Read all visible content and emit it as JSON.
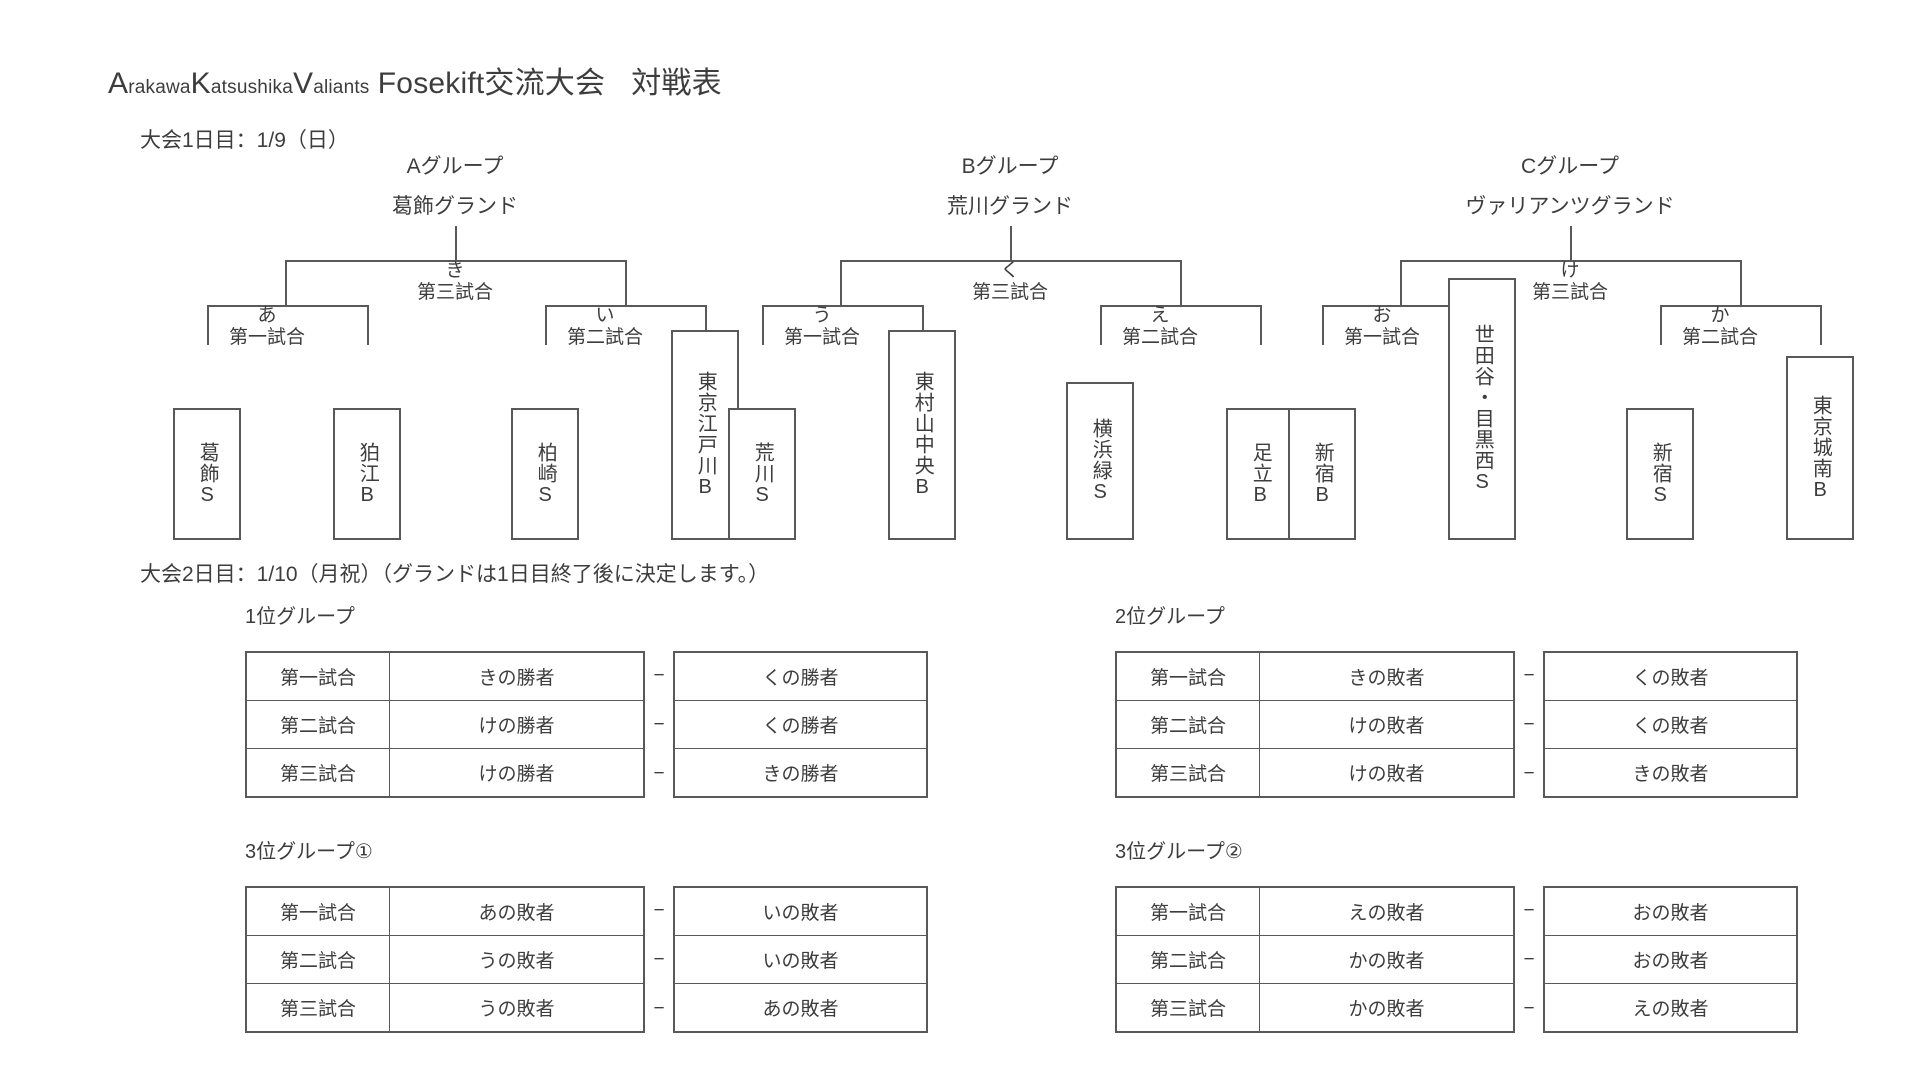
{
  "title": {
    "part_a_cap": "A",
    "part_a_small": "rakawa",
    "part_k_cap": "K",
    "part_k_small": "atsushika",
    "part_v_cap": "V",
    "part_v_small": "aliants",
    "main": "Fosekift交流大会",
    "suffix": "対戦表"
  },
  "day1": {
    "heading": "大会1日目：1/9（日）",
    "groups": [
      {
        "name": "Aグループ",
        "venue": "葛飾グランド",
        "final": {
          "kana": "き",
          "ordinal": "第三試合"
        },
        "semi_left": {
          "kana": "あ",
          "ordinal": "第一試合"
        },
        "semi_right": {
          "kana": "い",
          "ordinal": "第二試合"
        },
        "teams": [
          {
            "name": "葛飾S",
            "chars": [
              "葛",
              "飾",
              "S"
            ]
          },
          {
            "name": "狛江B",
            "chars": [
              "狛",
              "江",
              "B"
            ]
          },
          {
            "name": "柏崎S",
            "chars": [
              "柏",
              "崎",
              "S"
            ]
          },
          {
            "name": "東京江戸川B",
            "chars": [
              "東",
              "京",
              "江",
              "戸",
              "川",
              "B"
            ]
          }
        ]
      },
      {
        "name": "Bグループ",
        "venue": "荒川グランド",
        "final": {
          "kana": "く",
          "ordinal": "第三試合"
        },
        "semi_left": {
          "kana": "う",
          "ordinal": "第一試合"
        },
        "semi_right": {
          "kana": "え",
          "ordinal": "第二試合"
        },
        "teams": [
          {
            "name": "荒川S",
            "chars": [
              "荒",
              "川",
              "S"
            ]
          },
          {
            "name": "東村山中央B",
            "chars": [
              "東",
              "村",
              "山",
              "中",
              "央",
              "B"
            ]
          },
          {
            "name": "横浜緑S",
            "chars": [
              "横",
              "浜",
              "緑",
              "S"
            ]
          },
          {
            "name": "足立B",
            "chars": [
              "足",
              "立",
              "B"
            ]
          }
        ]
      },
      {
        "name": "Cグループ",
        "venue": "ヴァリアンツグランド",
        "final": {
          "kana": "け",
          "ordinal": "第三試合"
        },
        "semi_left": {
          "kana": "お",
          "ordinal": "第一試合"
        },
        "semi_right": {
          "kana": "か",
          "ordinal": "第二試合"
        },
        "teams": [
          {
            "name": "新宿B",
            "chars": [
              "新",
              "宿",
              "B"
            ]
          },
          {
            "name": "世田谷・目黒西S",
            "chars": [
              "世",
              "田",
              "谷",
              "・",
              "目",
              "黒",
              "西",
              "S"
            ]
          },
          {
            "name": "新宿S",
            "chars": [
              "新",
              "宿",
              "S"
            ]
          },
          {
            "name": "東京城南B",
            "chars": [
              "東",
              "京",
              "城",
              "南",
              "B"
            ]
          }
        ]
      }
    ]
  },
  "day2": {
    "heading": "大会2日目：1/10（月祝）（グランドは1日目終了後に決定します。）",
    "dash": "−",
    "tables": [
      {
        "title": "1位グループ",
        "rows": [
          {
            "match": "第一試合",
            "left": "きの勝者",
            "right": "くの勝者"
          },
          {
            "match": "第二試合",
            "left": "けの勝者",
            "right": "くの勝者"
          },
          {
            "match": "第三試合",
            "left": "けの勝者",
            "right": "きの勝者"
          }
        ]
      },
      {
        "title": "2位グループ",
        "rows": [
          {
            "match": "第一試合",
            "left": "きの敗者",
            "right": "くの敗者"
          },
          {
            "match": "第二試合",
            "left": "けの敗者",
            "right": "くの敗者"
          },
          {
            "match": "第三試合",
            "left": "けの敗者",
            "right": "きの敗者"
          }
        ]
      },
      {
        "title": "3位グループ①",
        "rows": [
          {
            "match": "第一試合",
            "left": "あの敗者",
            "right": "いの敗者"
          },
          {
            "match": "第二試合",
            "left": "うの敗者",
            "right": "いの敗者"
          },
          {
            "match": "第三試合",
            "left": "うの敗者",
            "right": "あの敗者"
          }
        ]
      },
      {
        "title": "3位グループ②",
        "rows": [
          {
            "match": "第一試合",
            "left": "えの敗者",
            "right": "おの敗者"
          },
          {
            "match": "第二試合",
            "left": "かの敗者",
            "right": "おの敗者"
          },
          {
            "match": "第三試合",
            "left": "かの敗者",
            "right": "えの敗者"
          }
        ]
      }
    ]
  },
  "colors": {
    "line": "#595959",
    "text": "#3d3d3d",
    "background": "#ffffff"
  }
}
